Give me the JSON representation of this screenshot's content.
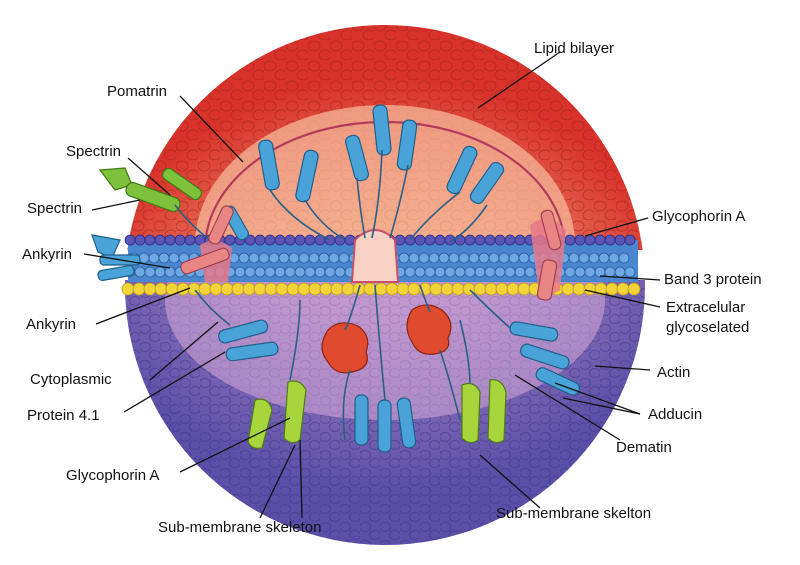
{
  "labels": {
    "lipid_bilayer": "Lipid bilayer",
    "pomatrin": "Pomatrin",
    "spectrin_top": "Spectrin",
    "spectrin_bottom": "Spectrin",
    "ankyrin_top": "Ankyrin",
    "ankyrin_bottom": "Ankyrin",
    "cytoplasmic": "Cytoplasmic",
    "protein_4_1": "Protein 4.1",
    "glycophorin_a_left": "Glycophorin A",
    "sub_membrane_skeleton": "Sub-membrane skeleton",
    "glycophorin_a_right": "Glycophorin A",
    "band_3_protein": "Band 3 protein",
    "extracelular_line1": "Extracelular",
    "extracelular_line2": "glycoselated",
    "actin": "Actin",
    "adducin": "Adducin",
    "dematin": "Dematin",
    "sub_membrane_skelton": "Sub-membrane skelton"
  },
  "colors": {
    "outer_red": "#d8322a",
    "outer_red_light": "#f3a07a",
    "inner_pink": "#f6c2a8",
    "lower_purple": "#6c5fb0",
    "lower_purple_light": "#c9a3d6",
    "bilayer_blue": "#4a86d0",
    "bilayer_head": "#6ea8e6",
    "bilayer_purple_head": "#5b55b8",
    "yellow_layer": "#f2d43a",
    "protein_blue": "#4aa3d8",
    "protein_green": "#7dc23a",
    "protein_pink": "#e88585",
    "actin_red": "#e04a2f"
  }
}
